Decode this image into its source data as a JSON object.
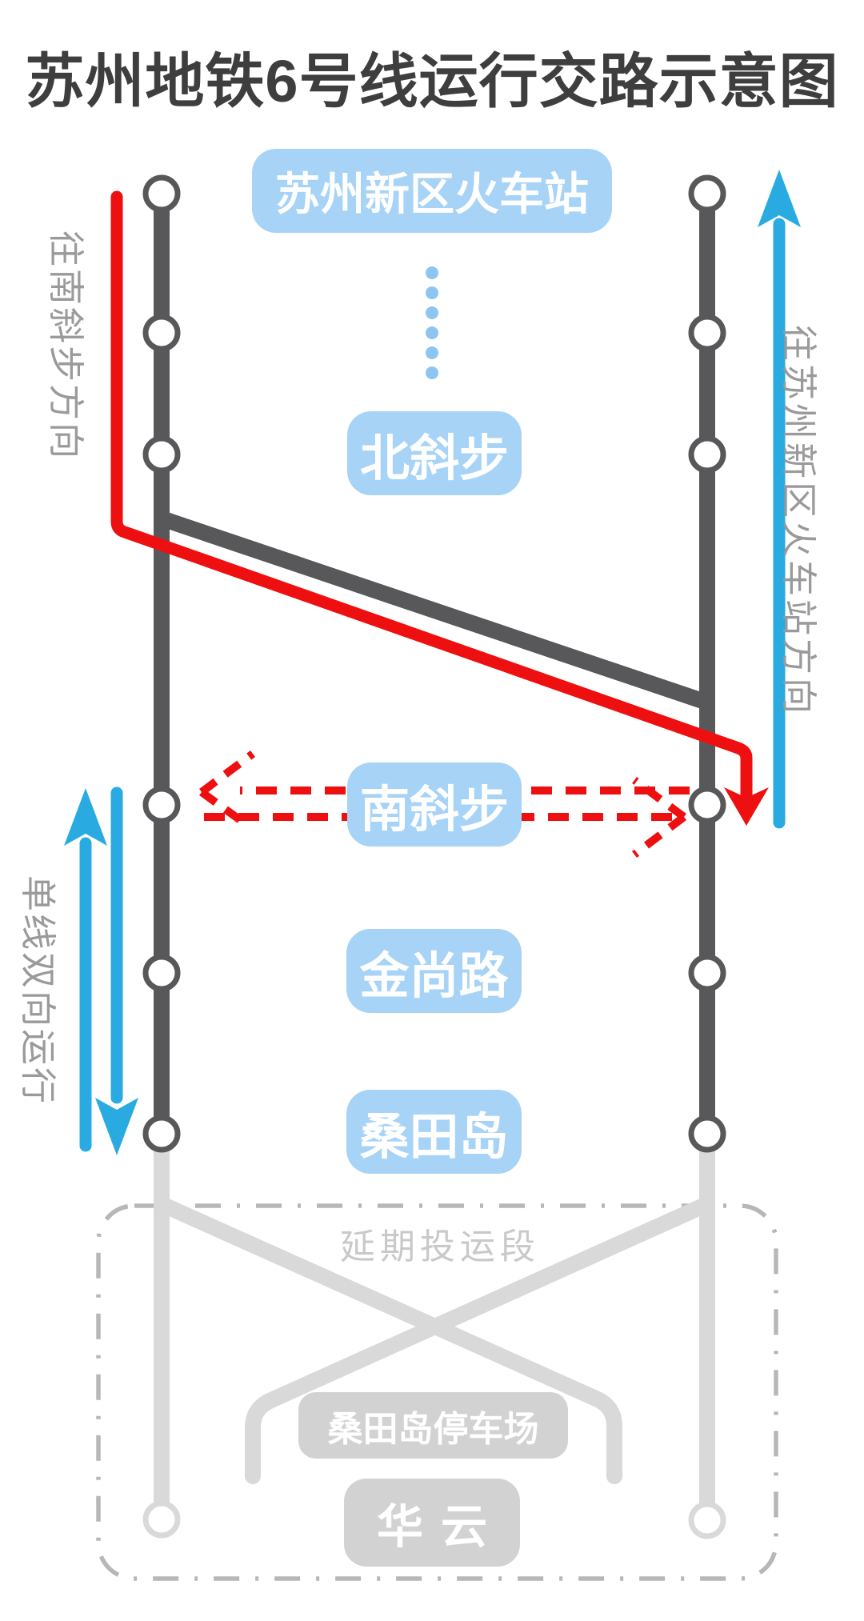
{
  "title": "苏州地铁6号线运行交路示意图",
  "stations": {
    "suzhou_xinqu_railway": "苏州新区火车站",
    "beixiebu": "北斜步",
    "nanxiebu": "南斜步",
    "jinshanglu": "金尚路",
    "sangtiandao": "桑田岛",
    "sangtiandao_depot": "桑田岛停车场",
    "huayun": "华云"
  },
  "annotations": {
    "to_nanxiebu_direction": "往南斜步方向",
    "to_suzhou_xinqu_direction": "往苏州新区火车站方向",
    "single_track_bidirectional": "单线双向运行",
    "deferred_opening_section": "延期投运段"
  },
  "colors": {
    "track_dark": "#58585a",
    "track_light": "#d9d9d9",
    "station_label_blue": "#a7d3f7",
    "dots_blue": "#8cc5f1",
    "route_red": "#ee1010",
    "arrow_cyan": "#29abe2",
    "border_gray": "#b7b7b7",
    "title_gray": "#3e3e3e",
    "side_text_gray": "#9a9a9a"
  }
}
